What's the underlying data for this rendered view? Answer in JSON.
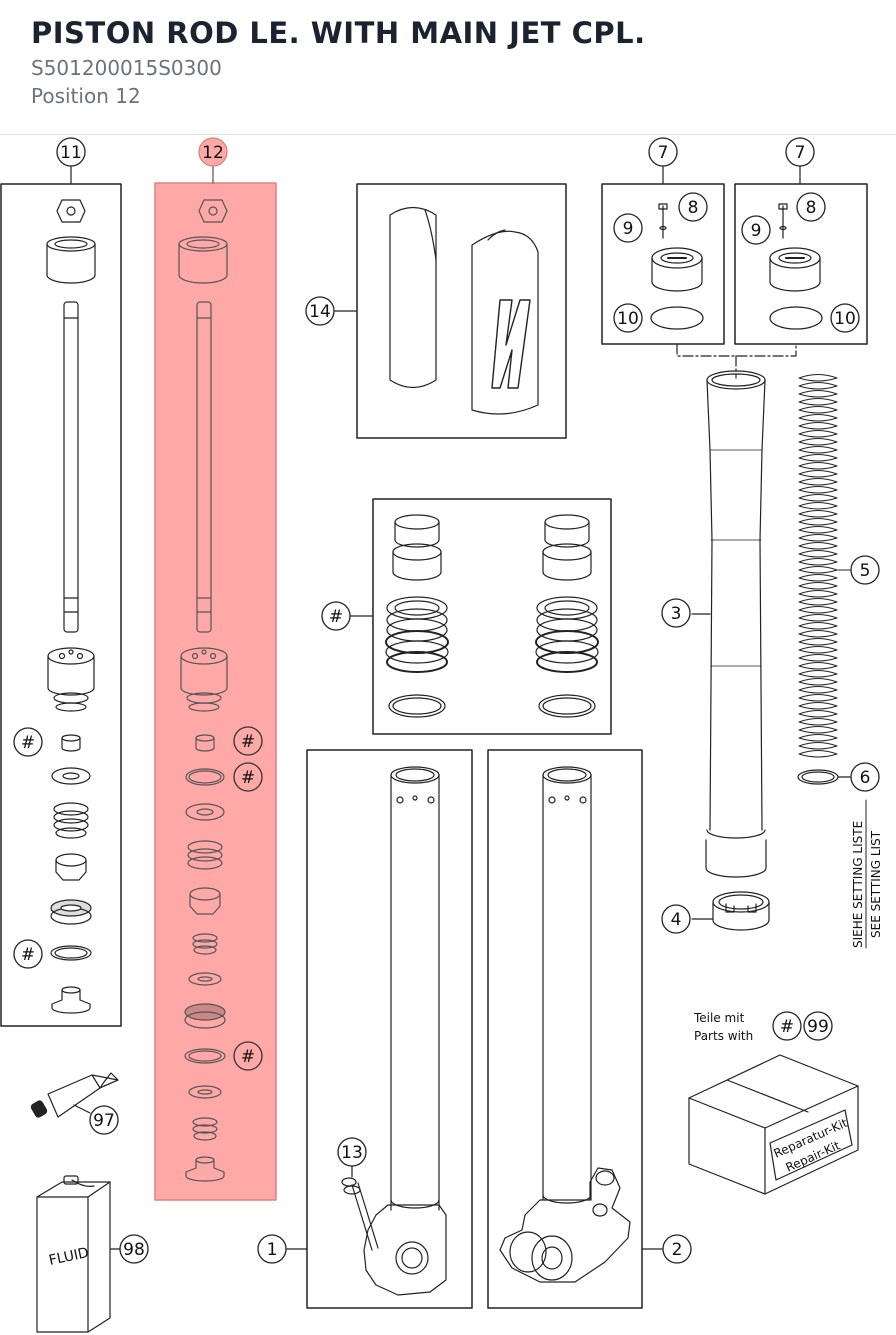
{
  "header": {
    "title": "PISTON ROD LE. WITH MAIN JET CPL.",
    "part_number": "S501200015S0300",
    "position": "Position 12"
  },
  "colors": {
    "highlight_fill": "#ffa8a8",
    "highlight_stroke": "#e08080",
    "line": "#222222",
    "title": "#1b2331",
    "subtitle": "#6b7380"
  },
  "callouts": {
    "c1": "1",
    "c2": "2",
    "c3": "3",
    "c4": "4",
    "c5": "5",
    "c6": "6",
    "c7": "7",
    "c8": "8",
    "c9": "9",
    "c10": "10",
    "c11": "11",
    "c12": "12",
    "c13": "13",
    "c14": "14",
    "c97": "97",
    "c98": "98",
    "c99": "99",
    "hash": "#"
  },
  "labels": {
    "setting_de": "SIEHE SETTING LISTE",
    "setting_en": "SEE SETTING LIST",
    "parts_de": "Teile mit",
    "parts_en": "Parts with",
    "kit_de": "Reparatur-Kit",
    "kit_en": "Repair-Kit",
    "fluid": "FLUID"
  },
  "diagram": {
    "highlighted_position": "12"
  }
}
